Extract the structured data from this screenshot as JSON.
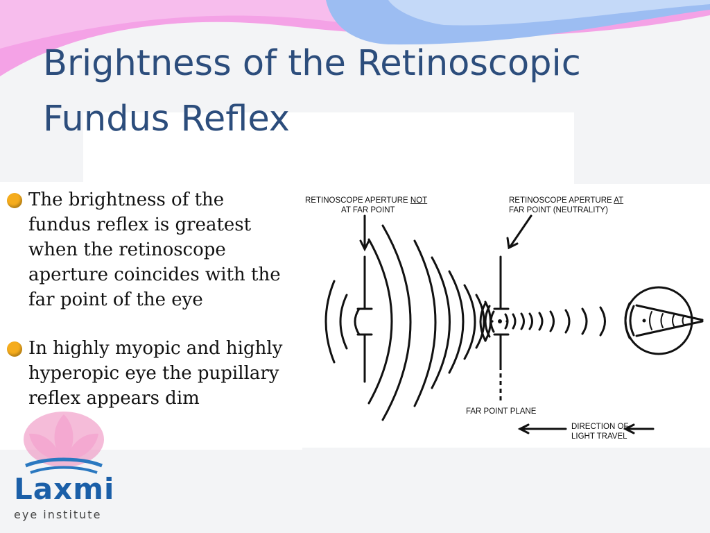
{
  "slide": {
    "title_line1": "Brightness of the Retinoscopic",
    "title_line2": "Fundus Reflex",
    "bullets": [
      {
        "text": "The brightness of the fundus reflex is greatest when the retinoscope aperture coincides with the far point of the eye"
      },
      {
        "text": "In highly myopic and highly hyperopic eye the pupillary reflex appears dim"
      }
    ]
  },
  "diagram": {
    "label_left_part1": "RETINOSCOPE APERTURE ",
    "label_left_emph": "NOT",
    "label_left_part2": "AT FAR POINT",
    "label_right_part1": "RETINOSCOPE APERTURE ",
    "label_right_emph": "AT",
    "label_right_part2": "FAR POINT (NEUTRALITY)",
    "label_plane": "FAR POINT PLANE",
    "label_direction1": "DIRECTION OF",
    "label_direction2": "LIGHT TRAVEL"
  },
  "logo": {
    "name": "Laxmi",
    "tagline": "eye institute"
  },
  "colors": {
    "title": "#2c4d7c",
    "bullet_dot": "#f5ac1d",
    "logo_blue": "#1b5fa8",
    "wave_pink": "#f4a2e6",
    "wave_blue": "#8fb4f0"
  },
  "icons": {
    "bullet": "orange-bullet-dot",
    "logo_emblem": "lotus-emblem"
  }
}
